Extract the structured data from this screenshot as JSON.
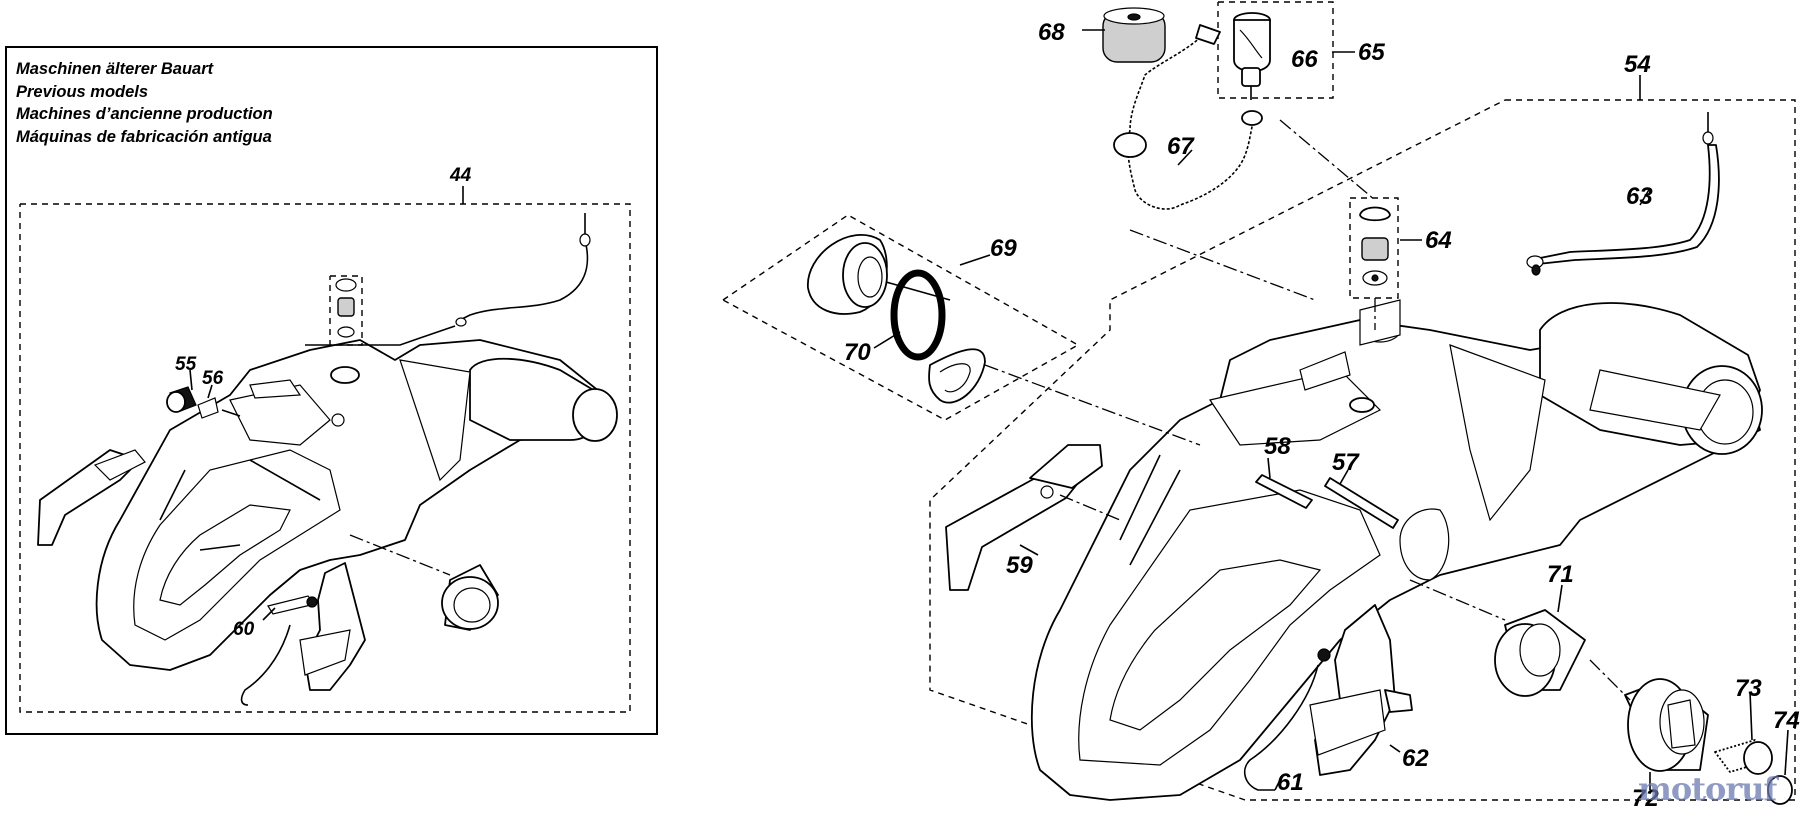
{
  "legend": {
    "line_de": "Maschinen älterer Bauart",
    "line_en": "Previous models",
    "line_fr": "Machines d’ancienne production",
    "line_es": "Máquinas de fabricación antigua"
  },
  "callouts": {
    "c44": "44",
    "c55": "55",
    "c56": "56",
    "c60": "60",
    "c54": "54",
    "c57": "57",
    "c58": "58",
    "c59": "59",
    "c61": "61",
    "c62": "62",
    "c63": "63",
    "c64": "64",
    "c65": "65",
    "c66": "66",
    "c67": "67",
    "c68": "68",
    "c69": "69",
    "c70": "70",
    "c71": "71",
    "c72": "72",
    "c73": "73",
    "c74": "74"
  },
  "watermark": {
    "brand": "motoruf"
  }
}
